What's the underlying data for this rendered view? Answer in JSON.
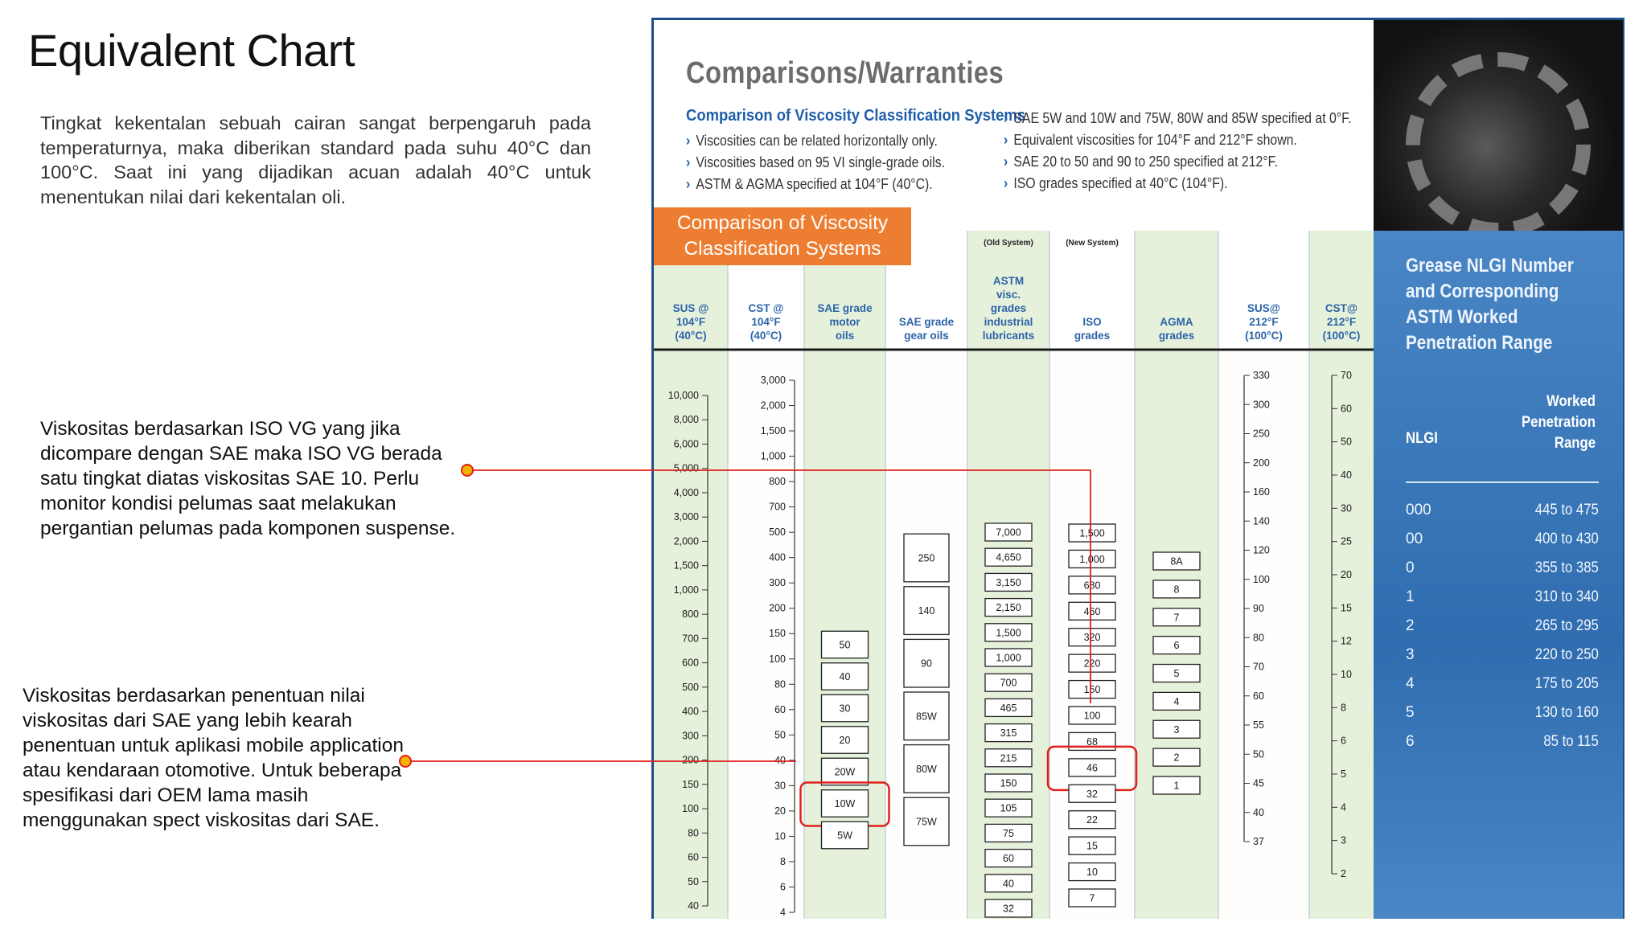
{
  "slide": {
    "title": "Equivalent Chart",
    "intro": "Tingkat kekentalan sebuah cairan sangat berpengaruh pada temperaturnya, maka diberikan standard pada suhu 40°C dan 100°C. Saat ini yang dijadikan acuan adalah 40°C untuk menentukan nilai dari kekentalan oli.",
    "note_iso": "Viskositas berdasarkan ISO VG yang jika dicompare dengan SAE maka ISO VG berada satu tingkat diatas viskositas SAE 10. Perlu monitor kondisi pelumas saat melakukan pergantian pelumas pada komponen suspense.",
    "note_sae": "Viskositas berdasarkan penentuan nilai viskositas dari SAE yang lebih kearah penentuan untuk aplikasi mobile application atau kendaraan otomotive. Untuk beberapa spesifikasi dari OEM lama masih menggunakan spect viskositas dari SAE.",
    "accent_color": "#ed7d31",
    "callout_line_color": "#e0201b",
    "highlight_color": "#e0201b"
  },
  "chart": {
    "title": "Comparisons/Warranties",
    "subtitle": "Comparison of Viscosity Classification Systems",
    "bullets_left": [
      "Viscosities can be related horizontally only.",
      "Viscosities based on 95 VI single-grade oils.",
      "ASTM & AGMA specified at 104°F (40°C)."
    ],
    "bullets_right": [
      "SAE 5W and 10W and 75W, 80W and 85W specified at 0°F.",
      "Equivalent viscosities for 104°F and 212°F shown.",
      "SAE 20 to 50 and 90 to 250 specified at 212°F.",
      "ISO grades specified at 40°C (104°F)."
    ],
    "orange_label": "Comparison of Viscosity Classification Systems",
    "column_notes": {
      "astm": "(Old System)",
      "iso": "(New System)"
    },
    "columns": [
      {
        "key": "sus104",
        "label": "SUS @ 104°F (40°C)"
      },
      {
        "key": "cst104",
        "label": "CST @ 104°F (40°C)"
      },
      {
        "key": "sae_motor",
        "label": "SAE grade motor oils"
      },
      {
        "key": "sae_gear",
        "label": "SAE grade gear oils"
      },
      {
        "key": "astm",
        "label": "ASTM visc. grades industrial lubricants"
      },
      {
        "key": "iso",
        "label": "ISO grades"
      },
      {
        "key": "agma",
        "label": "AGMA grades"
      },
      {
        "key": "sus212",
        "label": "SUS@ 212°F (100°C)"
      },
      {
        "key": "cst212",
        "label": "CST@ 212°F (100°C)"
      }
    ],
    "scales": {
      "sus104": [
        "10,000",
        "8,000",
        "6,000",
        "5,000",
        "4,000",
        "3,000",
        "2,000",
        "1,500",
        "1,000",
        "800",
        "700",
        "600",
        "500",
        "400",
        "300",
        "200",
        "150",
        "100",
        "80",
        "60",
        "50",
        "40"
      ],
      "cst104": [
        "3,000",
        "2,000",
        "1,500",
        "1,000",
        "800",
        "700",
        "500",
        "400",
        "300",
        "200",
        "150",
        "100",
        "80",
        "60",
        "50",
        "40",
        "30",
        "20",
        "10",
        "8",
        "6",
        "4"
      ],
      "sus212": [
        "330",
        "300",
        "250",
        "200",
        "160",
        "140",
        "120",
        "100",
        "90",
        "80",
        "70",
        "60",
        "55",
        "50",
        "45",
        "40",
        "37"
      ],
      "cst212": [
        "70",
        "60",
        "50",
        "40",
        "30",
        "25",
        "20",
        "15",
        "12",
        "10",
        "8",
        "6",
        "5",
        "4",
        "3",
        "2"
      ]
    },
    "grades": {
      "sae_motor": [
        "50",
        "40",
        "30",
        "20",
        "20W",
        "10W",
        "5W"
      ],
      "sae_gear": [
        "250",
        "140",
        "90",
        "85W",
        "80W",
        "75W"
      ],
      "astm": [
        "7,000",
        "4,650",
        "3,150",
        "2,150",
        "1,500",
        "1,000",
        "700",
        "465",
        "315",
        "215",
        "150",
        "105",
        "75",
        "60",
        "40",
        "32"
      ],
      "iso": [
        "1,500",
        "1,000",
        "680",
        "460",
        "320",
        "220",
        "150",
        "100",
        "68",
        "46",
        "32",
        "22",
        "15",
        "10",
        "7"
      ],
      "agma": [
        "8A",
        "8",
        "7",
        "6",
        "5",
        "4",
        "3",
        "2",
        "1"
      ]
    },
    "highlighted": {
      "sae_motor": "10W",
      "iso": "46"
    }
  },
  "nlgi": {
    "title": "Grease NLGI Number and Corresponding ASTM Worked Penetration Range",
    "head_nlgi": "NLGI",
    "head_range": "Worked Penetration Range",
    "rows": [
      {
        "nlgi": "000",
        "range": "445 to 475"
      },
      {
        "nlgi": "00",
        "range": "400 to 430"
      },
      {
        "nlgi": "0",
        "range": "355 to 385"
      },
      {
        "nlgi": "1",
        "range": "310 to 340"
      },
      {
        "nlgi": "2",
        "range": "265 to 295"
      },
      {
        "nlgi": "3",
        "range": "220 to 250"
      },
      {
        "nlgi": "4",
        "range": "175 to 205"
      },
      {
        "nlgi": "5",
        "range": "130 to 160"
      },
      {
        "nlgi": "6",
        "range": "85 to 115"
      }
    ]
  }
}
